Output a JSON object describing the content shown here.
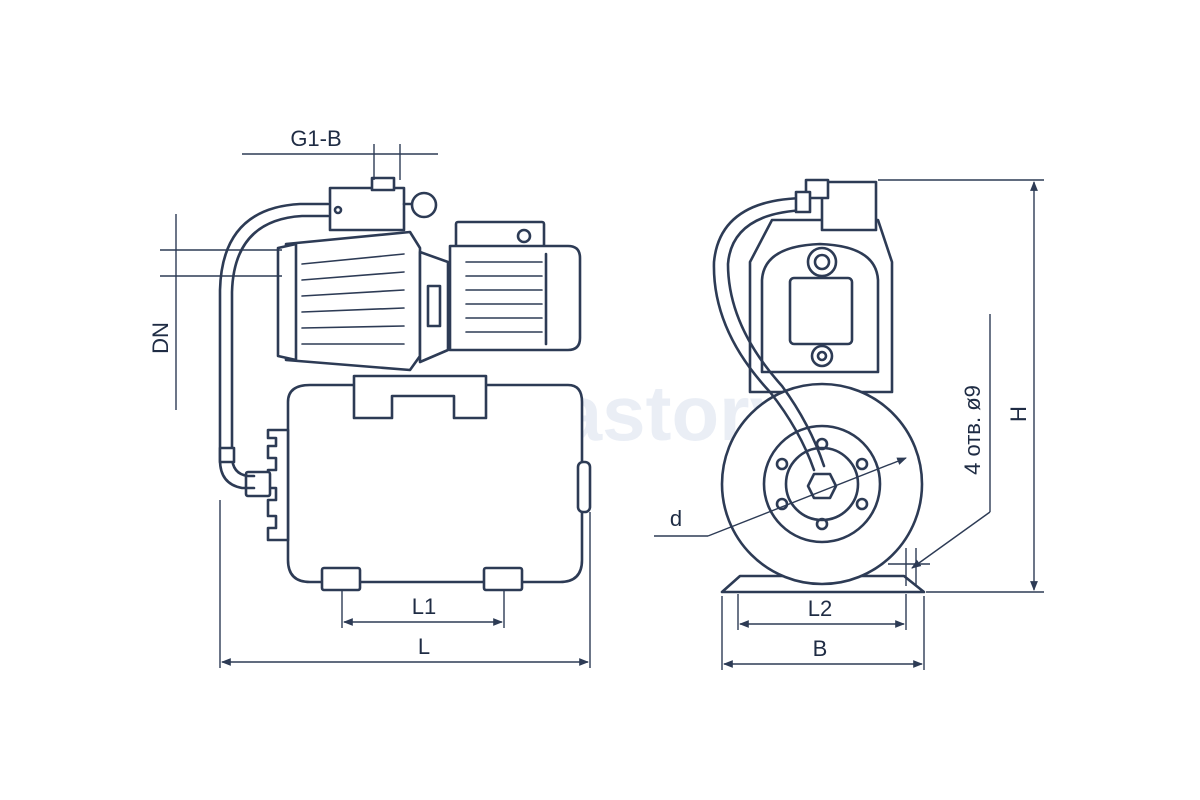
{
  "watermark": "Aquastory",
  "labels": {
    "g1b": "G1-B",
    "dn": "DN",
    "l1": "L1",
    "l": "L",
    "d": "d",
    "l2": "L2",
    "b": "B",
    "holes": "4 отв. ø9",
    "h": "H"
  },
  "colors": {
    "line": "#2d3b55",
    "watermark": "#dfe5f1"
  }
}
